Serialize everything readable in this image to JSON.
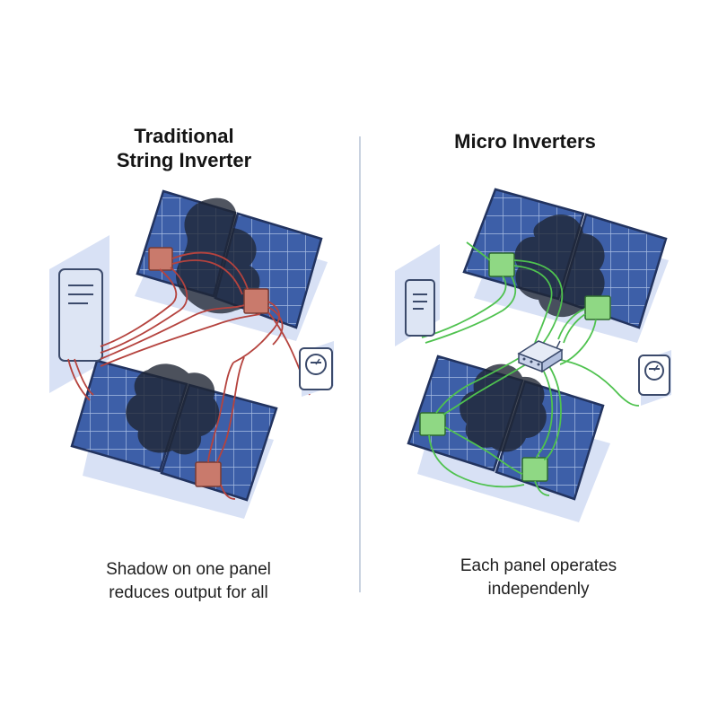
{
  "left_panel": {
    "title_line1": "Traditional",
    "title_line2": "String Inverter",
    "caption_line1": "Shadow on one panel",
    "caption_line2": "reduces output for all"
  },
  "right_panel": {
    "title_line1": "Micro Inverters",
    "caption_line1": "Each panel operates",
    "caption_line2": "independenly"
  },
  "colors": {
    "panel_cell": "#3d5fa8",
    "panel_frame": "#22335f",
    "shadow": "#1f2533",
    "string_wire": "#b5433e",
    "string_junction_box": "#c97a6c",
    "micro_wire": "#4fc24f",
    "micro_inverter": "#8fd884",
    "wall_plate": "#dde5f4",
    "backdrop": "#d8e1f5",
    "divider": "#b7c4d6"
  },
  "icons": [
    "string-inverter-icon",
    "electric-meter-icon",
    "junction-hub-icon"
  ]
}
